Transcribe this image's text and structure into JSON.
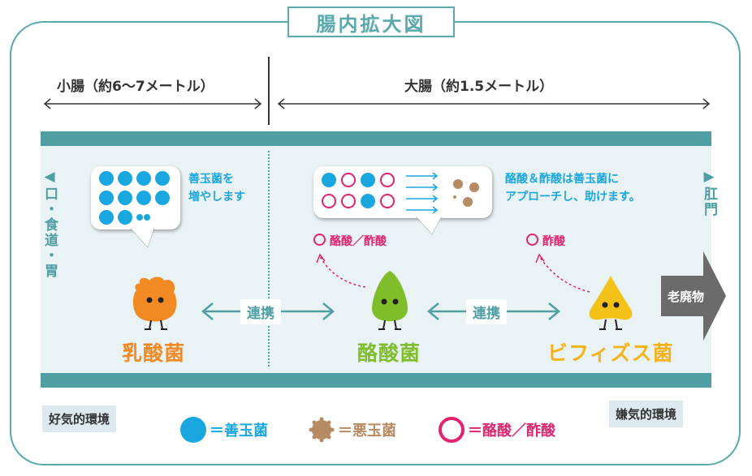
{
  "title": "腸内拡大図",
  "sections": {
    "small_intestine": "小腸（約6〜7メートル）",
    "large_intestine": "大腸（約1.5メートル）"
  },
  "side": {
    "left": "◀口・食道・胃",
    "right": "▶肛門"
  },
  "bubbles": {
    "left_note_line1": "善玉菌を",
    "left_note_line2": "増やします",
    "right_note_line1": "酪酸＆酢酸は善玉菌に",
    "right_note_line2": "アプローチし、助けます。"
  },
  "produces": {
    "butyric": "酪酸／酢酸",
    "bifido": "酢酸"
  },
  "bacteria": {
    "lactic": "乳酸菌",
    "butyric": "酪酸菌",
    "bifido": "ビフィズス菌"
  },
  "links": {
    "first": "連携",
    "second": "連携"
  },
  "waste": "老廃物",
  "environments": {
    "aerobic": "好気的環境",
    "anaerobic": "嫌気的環境"
  },
  "legend": {
    "good": "＝善玉菌",
    "bad": "＝悪玉菌",
    "acid": "＝酪酸／酢酸"
  },
  "colors": {
    "teal": "#4e9ea2",
    "good_bacteria": "#1aa7e0",
    "bad_bacteria": "#b68a62",
    "acid": "#e2236f",
    "lactic": "#f28a24",
    "butyric": "#7fbe2a",
    "bifido": "#f5b21a"
  }
}
